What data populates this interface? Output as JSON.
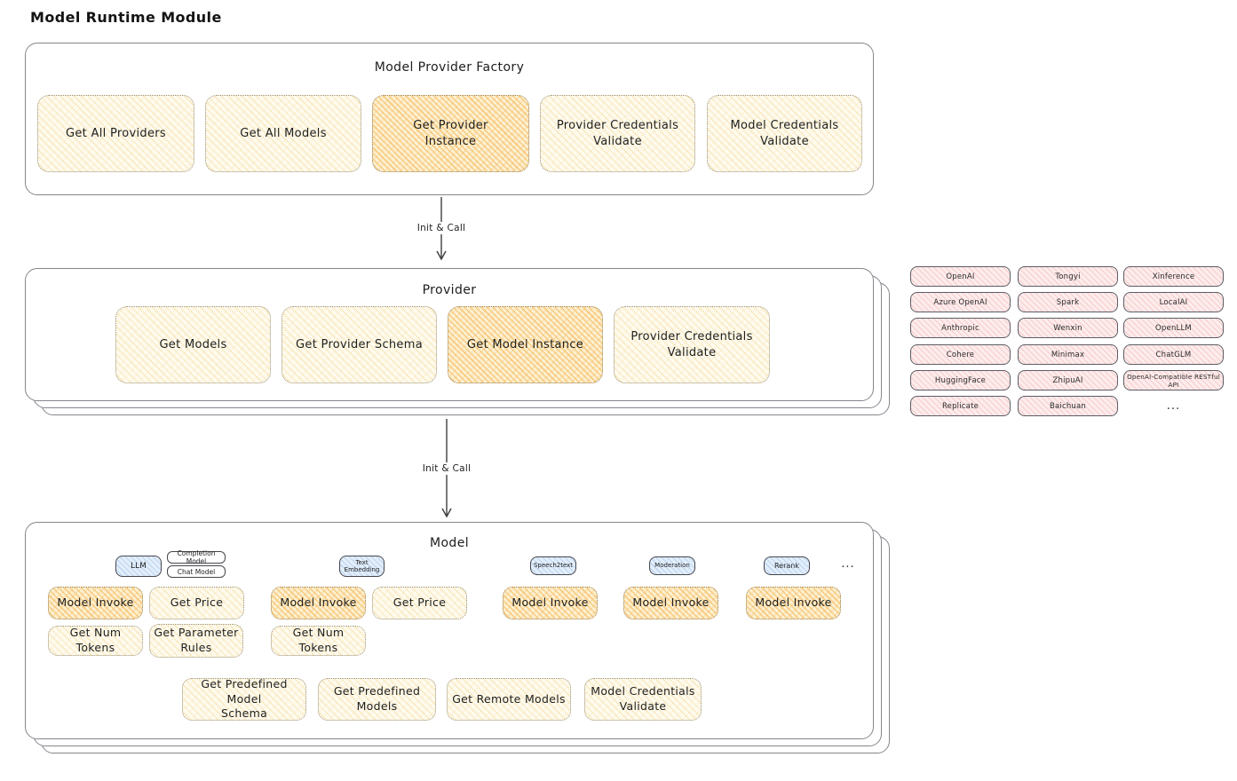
{
  "page_title": "Model Runtime Module",
  "arrows": {
    "factory_to_provider": "Init & Call",
    "provider_to_model": "Init & Call"
  },
  "factory": {
    "title": "Model Provider Factory",
    "boxes": [
      {
        "label": "Get All Providers",
        "highlighted": false
      },
      {
        "label": "Get All Models",
        "highlighted": false
      },
      {
        "label": "Get Provider\nInstance",
        "highlighted": true
      },
      {
        "label": "Provider Credentials\nValidate",
        "highlighted": false
      },
      {
        "label": "Model Credentials\nValidate",
        "highlighted": false
      }
    ]
  },
  "provider": {
    "title": "Provider",
    "boxes": [
      {
        "label": "Get Models",
        "highlighted": false
      },
      {
        "label": "Get Provider Schema",
        "highlighted": false
      },
      {
        "label": "Get Model Instance",
        "highlighted": true
      },
      {
        "label": "Provider Credentials\nValidate",
        "highlighted": false
      }
    ]
  },
  "providers_grid": {
    "items": [
      "OpenAI",
      "Tongyi",
      "Xinference",
      "Azure OpenAI",
      "Spark",
      "LocalAI",
      "Anthropic",
      "Wenxin",
      "OpenLLM",
      "Cohere",
      "Minimax",
      "ChatGLM",
      "HuggingFace",
      "ZhipuAI",
      "OpenAI-Compatible RESTful API",
      "Replicate",
      "Baichuan"
    ],
    "more": "..."
  },
  "model": {
    "title": "Model",
    "tags": {
      "llm": "LLM",
      "completion": "Completion Model",
      "chat": "Chat Model",
      "text_embedding": "Text\nEmbedding",
      "speech2text": "Speech2text",
      "moderation": "Moderation",
      "rerank": "Rerank",
      "more": "..."
    },
    "boxes": {
      "llm_invoke": "Model Invoke",
      "llm_price": "Get Price",
      "llm_tokens": "Get Num Tokens",
      "llm_rules": "Get Parameter\nRules",
      "te_invoke": "Model Invoke",
      "te_price": "Get Price",
      "te_tokens": "Get Num Tokens",
      "s2t_invoke": "Model Invoke",
      "mod_invoke": "Model Invoke",
      "rerank_invoke": "Model Invoke"
    },
    "bottom_boxes": [
      "Get Predefined Model\nSchema",
      "Get Predefined\nModels",
      "Get Remote Models",
      "Model Credentials\nValidate"
    ]
  },
  "colors": {
    "accent_orange": "#f3a83b",
    "light_yellow": "#fefaee",
    "pink": "#fdecec",
    "blue": "#e3eefb",
    "border_gray": "#85858d"
  }
}
